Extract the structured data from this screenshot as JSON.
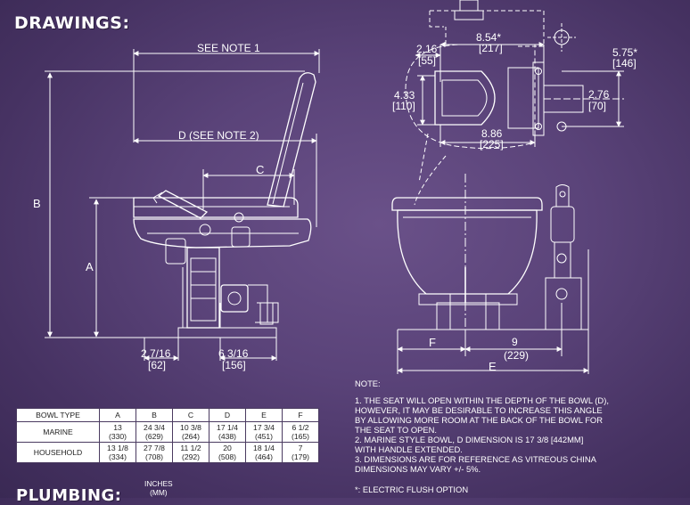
{
  "headings": {
    "drawings": "DRAWINGS:",
    "plumbing": "PLUMBING:"
  },
  "side_view": {
    "see_note_1": "SEE NOTE 1",
    "d_label": "D  (SEE NOTE 2)",
    "c_label": "C",
    "b_label": "B",
    "a_label": "A",
    "dim_left_in": "2 7/16",
    "dim_left_mm": "[62]",
    "dim_right_in": "6 3/16",
    "dim_right_mm": "[156]"
  },
  "top_view": {
    "dim_854_in": "8.54*",
    "dim_854_mm": "[217]",
    "dim_216_in": "2.16",
    "dim_216_mm": "[55]",
    "dim_575_in": "5.75*",
    "dim_575_mm": "[146]",
    "dim_433_in": "4.33",
    "dim_433_mm": "[110]",
    "dim_276_in": "2.76",
    "dim_276_mm": "[70]",
    "dim_886_in": "8.86",
    "dim_886_mm": "[225]"
  },
  "front_view": {
    "f_label": "F",
    "e_label": "E",
    "dim_9_in": "9",
    "dim_9_mm": "(229)"
  },
  "notes": {
    "title": "NOTE:",
    "lines": [
      "1. THE SEAT WILL OPEN WITHIN THE DEPTH OF THE BOWL (D),",
      "HOWEVER, IT MAY BE DESIRABLE TO INCREASE THIS ANGLE",
      "BY ALLOWING MORE ROOM AT THE BACK OF THE BOWL FOR",
      "THE SEAT TO OPEN.",
      "2. MARINE STYLE BOWL, D DIMENSION IS 17 3/8 [442MM]",
      "   WITH HANDLE EXTENDED.",
      "3. DIMENSIONS ARE FOR REFERENCE AS VITREOUS CHINA",
      "DIMENSIONS MAY VARY +/- 5%."
    ],
    "electric": "*: ELECTRIC FLUSH OPTION"
  },
  "table": {
    "headers": [
      "BOWL TYPE",
      "A",
      "B",
      "C",
      "D",
      "E",
      "F"
    ],
    "rows": [
      {
        "type": "MARINE",
        "cells": [
          {
            "in": "13",
            "mm": "(330)"
          },
          {
            "in": "24 3/4",
            "mm": "(629)"
          },
          {
            "in": "10 3/8",
            "mm": "(264)"
          },
          {
            "in": "17 1/4",
            "mm": "(438)"
          },
          {
            "in": "17 3/4",
            "mm": "(451)"
          },
          {
            "in": "6 1/2",
            "mm": "(165)"
          }
        ]
      },
      {
        "type": "HOUSEHOLD",
        "cells": [
          {
            "in": "13 1/8",
            "mm": "(334)"
          },
          {
            "in": "27 7/8",
            "mm": "(708)"
          },
          {
            "in": "11 1/2",
            "mm": "(292)"
          },
          {
            "in": "20",
            "mm": "(508)"
          },
          {
            "in": "18 1/4",
            "mm": "(464)"
          },
          {
            "in": "7",
            "mm": "(179)"
          }
        ]
      }
    ],
    "units_line1": "INCHES",
    "units_line2": "(MM)"
  },
  "colors": {
    "background": "#5a4379",
    "line": "#ffffff",
    "table_bg": "#ffffff"
  }
}
